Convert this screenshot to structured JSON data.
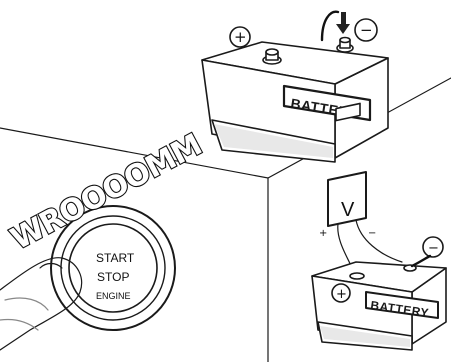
{
  "battery_top": {
    "label": "BATTERY",
    "plus_symbol": "+",
    "minus_symbol": "−"
  },
  "battery_bottom": {
    "label": "BATTERY",
    "plus_symbol": "+",
    "minus_symbol": "−"
  },
  "engine_button": {
    "start": "START",
    "stop": "STOP",
    "engine": "ENGINE"
  },
  "sound_effect": "WROOOOMM",
  "voltmeter": {
    "label": "V",
    "plus_symbol": "+",
    "minus_symbol": "−"
  }
}
